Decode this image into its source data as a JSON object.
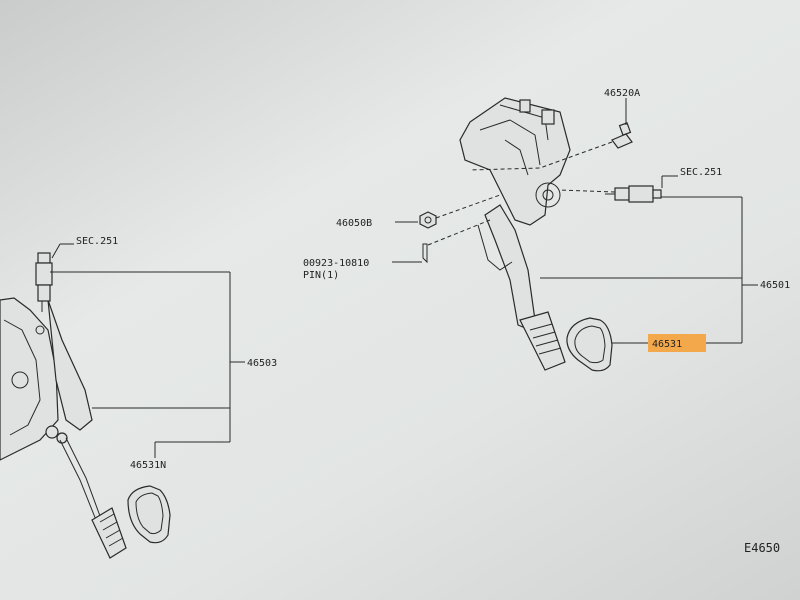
{
  "callouts": {
    "sec251_right": "SEC.251",
    "sec251_left": "SEC.251",
    "part_46520a": "46520A",
    "part_46050b": "46050B",
    "part_00923": "00923-10810",
    "pin": "PIN(1)",
    "part_46501": "46501",
    "part_46531": "46531",
    "part_46503": "46503",
    "part_46531n": "46531N",
    "diagram_code": "E4650"
  },
  "highlight_color": "#f3a94b"
}
